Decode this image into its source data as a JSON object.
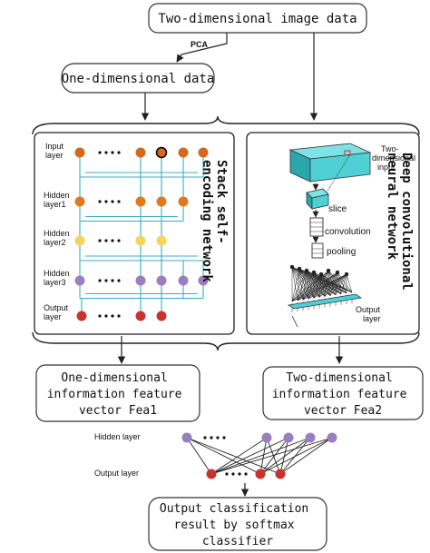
{
  "boxes": {
    "top_input": "Two-dimensional image data",
    "pca_label": "PCA",
    "one_dim": "One-dimensional data",
    "feature1": [
      "One-dimensional",
      "information feature",
      "vector Fea1"
    ],
    "feature2": [
      "Two-dimensional",
      "information feature",
      "vector Fea2"
    ],
    "output": [
      "Output classification",
      "result by softmax",
      "classifier"
    ]
  },
  "sae": {
    "title": [
      "Stack self-",
      "encoding network"
    ],
    "layers": {
      "input": [
        "Input",
        "layer"
      ],
      "hidden1": [
        "Hidden",
        "layer1"
      ],
      "hidden2": [
        "Hidden",
        "layer2"
      ],
      "hidden3": [
        "Hidden",
        "layer3"
      ],
      "output": [
        "Output",
        "layer"
      ]
    },
    "colors": {
      "input": "#d2691e",
      "hidden1": "#e07820",
      "hidden2": "#f6d35a",
      "hidden3": "#9a7fc0",
      "output": "#c8332e",
      "wire": "#3aaec0"
    }
  },
  "cnn": {
    "title": [
      "Deep convolutional",
      "neural network"
    ],
    "labels": {
      "input": [
        "Two-",
        "dimensional",
        "input"
      ],
      "slice": "slice",
      "convolution": "convolution",
      "pooling": "pooling",
      "output": [
        "Output",
        "layer"
      ]
    },
    "colors": {
      "block": "#4fd0d4",
      "block_dark": "#2aa6ad"
    }
  },
  "classifier": {
    "hidden_label": "Hidden layer",
    "output_label": "Output layer",
    "colors": {
      "hidden": "#9a7fc0",
      "output": "#c8332e"
    }
  }
}
